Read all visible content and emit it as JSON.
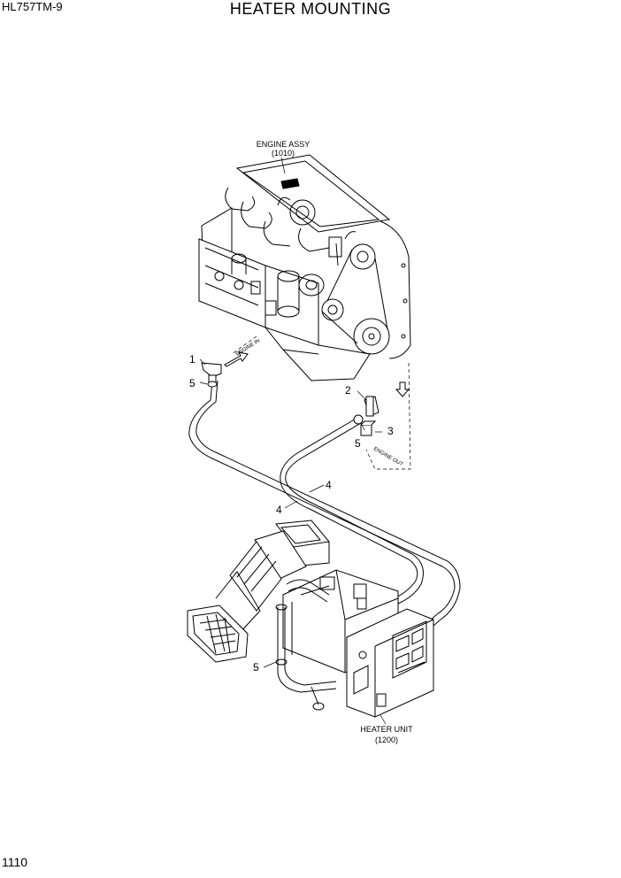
{
  "header": {
    "model": "HL757TM-9",
    "title": "HEATER MOUNTING"
  },
  "footer": {
    "page_number": "1110"
  },
  "labels": {
    "engine_assy": "ENGINE ASSY",
    "engine_assy_code": "(1010)",
    "heater_unit": "HEATER UNIT",
    "heater_unit_code": "(1200)",
    "engine_in": "ENGINE IN",
    "engine_out": "ENGINE OUT"
  },
  "callouts": {
    "c1": "1",
    "c2": "2",
    "c3": "3",
    "c4a": "4",
    "c4b": "4",
    "c5a": "5",
    "c5b": "5",
    "c5c": "5"
  }
}
